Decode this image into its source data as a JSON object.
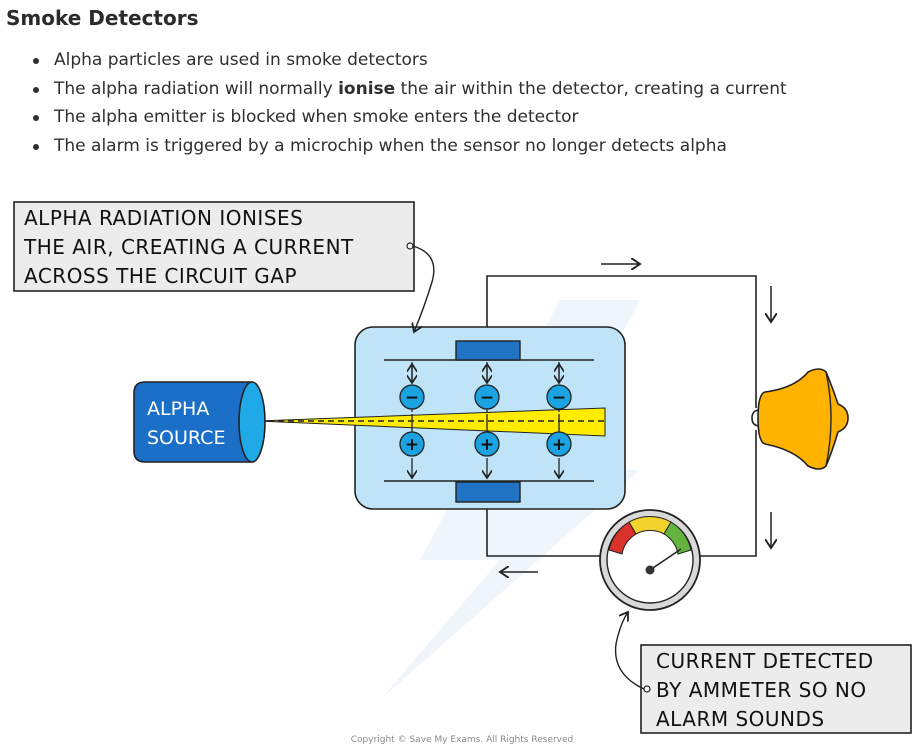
{
  "title": "Smoke Detectors",
  "bullets": [
    {
      "before": "Alpha particles are used in smoke detectors",
      "bold": "",
      "after": ""
    },
    {
      "before": "The alpha radiation will normally ",
      "bold": "ionise",
      "after": " the air within the detector, creating a current"
    },
    {
      "before": "The alpha emitter is blocked when smoke enters the detector",
      "bold": "",
      "after": ""
    },
    {
      "before": "The alarm is triggered by a microchip when the sensor no longer detects alpha",
      "bold": "",
      "after": ""
    }
  ],
  "diagram": {
    "callout_top": [
      "ALPHA RADIATION IONISES",
      "THE AIR, CREATING A CURRENT",
      "ACROSS THE CIRCUIT GAP"
    ],
    "callout_bottom": [
      "CURRENT DETECTED",
      "BY AMMETER SO NO",
      "ALARM SOUNDS"
    ],
    "source_label": [
      "ALPHA",
      "SOURCE"
    ],
    "negative_symbol": "−",
    "positive_symbol": "+",
    "copyright": "Copyright © Save My Exams. All Rights Reserved"
  },
  "colors": {
    "chamber_fill": "#bfe3f7",
    "plate": "#1f73c2",
    "source": "#1b6fc6",
    "ion": "#1aa3e0",
    "beam": "#ffec00",
    "bell": "#ffb300",
    "meter_red": "#d9322a",
    "meter_yellow": "#f2d22c",
    "meter_green": "#62b43e",
    "callout_fill": "#ececec"
  }
}
